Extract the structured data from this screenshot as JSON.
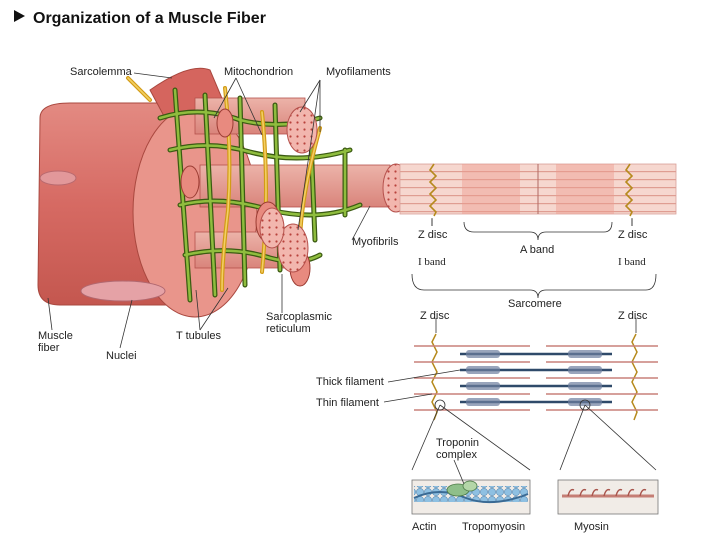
{
  "title": "Organization of a Muscle Fiber",
  "labels": {
    "sarcolemma": "Sarcolemma",
    "mitochondrion": "Mitochondrion",
    "myofilaments": "Myofilaments",
    "myofibrils": "Myofibrils",
    "muscle_fiber_line1": "Muscle",
    "muscle_fiber_line2": "fiber",
    "nuclei": "Nuclei",
    "t_tubules": "T tubules",
    "sr_line1": "Sarcoplasmic",
    "sr_line2": "reticulum",
    "z_disc": "Z disc",
    "a_band": "A band",
    "i_band": "I band",
    "sarcomere": "Sarcomere",
    "thick_filament": "Thick filament",
    "thin_filament": "Thin filament",
    "troponin_line1": "Troponin",
    "troponin_line2": "complex",
    "actin": "Actin",
    "tropomyosin": "Tropomyosin",
    "myosin": "Myosin"
  },
  "colors": {
    "muscle": "#d9706a",
    "muscle_dark": "#b5514c",
    "sr_network": "#6c8a2e",
    "t_tubule": "#e2b12f",
    "thick": "#2f4a6a",
    "thin": "#c9807a",
    "actin": "#7fb3d9",
    "troponin": "#8fbf8a"
  }
}
